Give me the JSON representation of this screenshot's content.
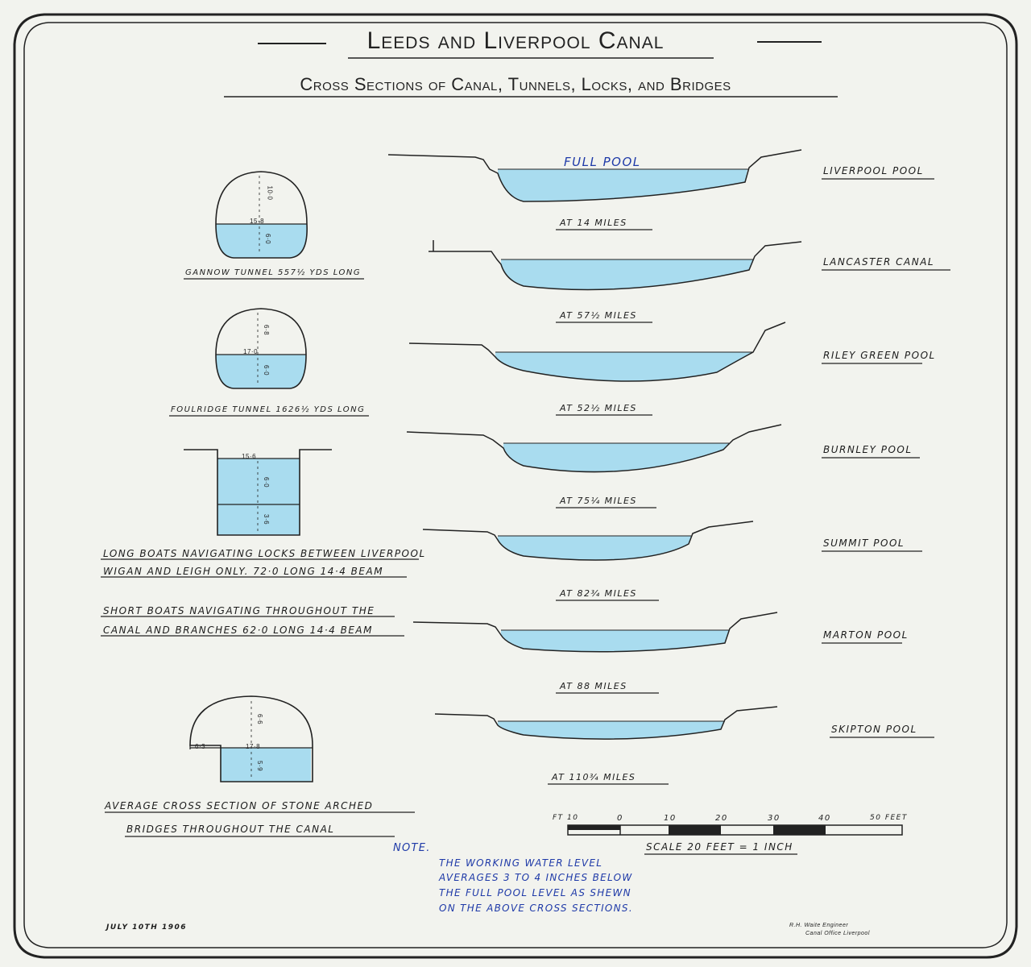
{
  "title": "Leeds and Liverpool Canal",
  "subtitle": "Cross Sections of Canal, Tunnels, Locks, and Bridges",
  "pools": [
    {
      "name": "Liverpool Pool",
      "distance": "at 14 Miles",
      "water_label": "Full Pool"
    },
    {
      "name": "Lancaster Canal",
      "distance": "at 57½ Miles"
    },
    {
      "name": "Riley Green Pool",
      "distance": "at 52½ Miles"
    },
    {
      "name": "Burnley Pool",
      "distance": "at 75¼ Miles"
    },
    {
      "name": "Summit Pool",
      "distance": "at 82¾ Miles"
    },
    {
      "name": "Marton Pool",
      "distance": "at 88 Miles"
    },
    {
      "name": "Skipton Pool",
      "distance": "at 110¾ Miles"
    }
  ],
  "tunnels": {
    "gannow": {
      "caption": "Gannow Tunnel 557½ Yds Long",
      "dim_upper": "10·0",
      "dim_width": "15·8",
      "dim_lower": "6·0"
    },
    "foulridge": {
      "caption": "Foulridge Tunnel 1626½ Yds Long",
      "dim_upper": "6·8",
      "dim_width": "17·0",
      "dim_lower": "6·0"
    }
  },
  "lock": {
    "dim_width": "15·6",
    "dim_upper": "6·0",
    "dim_lower": "3·6"
  },
  "boats": {
    "long_line1": "Long Boats navigating Locks between Liverpool",
    "long_line2": "Wigan and Leigh only. 72·0 long 14·4 Beam",
    "short_line1": "Short Boats navigating throughout the",
    "short_line2": "Canal and Branches 62·0 long 14·4 Beam"
  },
  "bridge": {
    "caption_line1": "Average Cross Section of Stone Arched",
    "caption_line2": "Bridges throughout the Canal",
    "dim_side": "6·3",
    "dim_width": "17·8",
    "dim_upper": "6·6",
    "dim_lower": "5·9"
  },
  "scale": {
    "ticks": [
      "Ft 10",
      "0",
      "10",
      "20",
      "30",
      "40",
      "50 Feet"
    ],
    "label": "Scale 20 Feet = 1 Inch"
  },
  "note": {
    "heading": "Note.",
    "lines": [
      "The working water level",
      "averages 3 to 4 inches below",
      "the Full Pool level as shewn",
      "on the above Cross Sections."
    ]
  },
  "date": "July 10th 1906",
  "signature_line1": "R.H. Waite Engineer",
  "signature_line2": "Canal Office Liverpool",
  "colors": {
    "water": "#a9dcef",
    "ink": "#1c1c1c",
    "note_ink": "#1f3aa8"
  }
}
